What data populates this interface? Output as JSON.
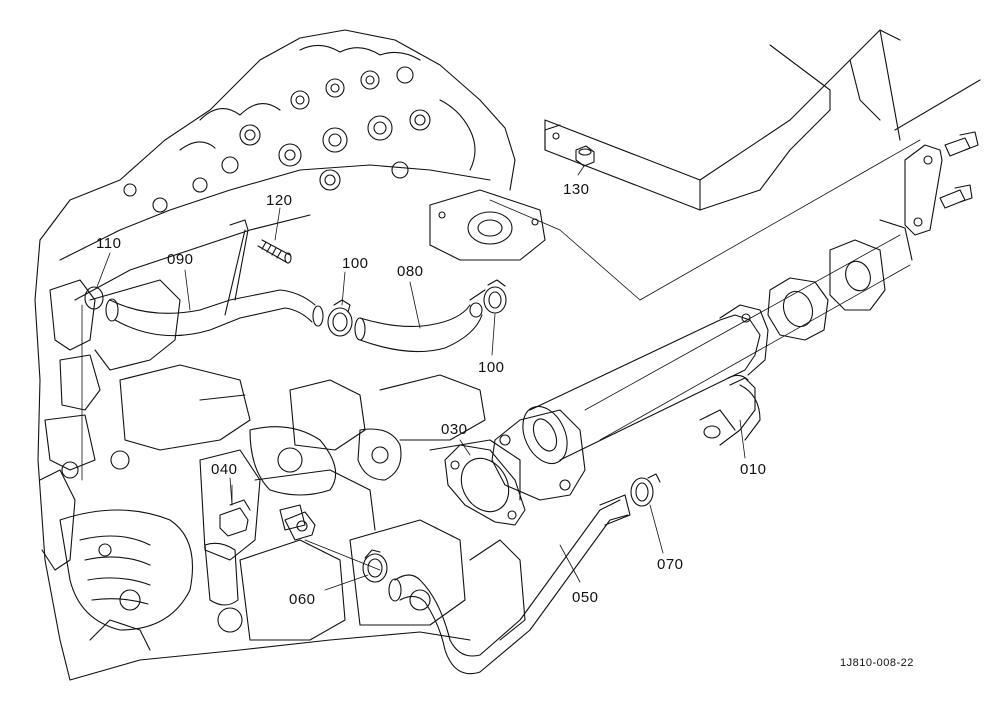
{
  "callouts": {
    "p010": "010",
    "p030": "030",
    "p040": "040",
    "p050": "050",
    "p060": "060",
    "p070": "070",
    "p080": "080",
    "p090": "090",
    "p100a": "100",
    "p100b": "100",
    "p110": "110",
    "p120": "120",
    "p130": "130"
  },
  "figure_code": "1J810-008-22",
  "colors": {
    "line": "#111111",
    "background": "#ffffff"
  }
}
